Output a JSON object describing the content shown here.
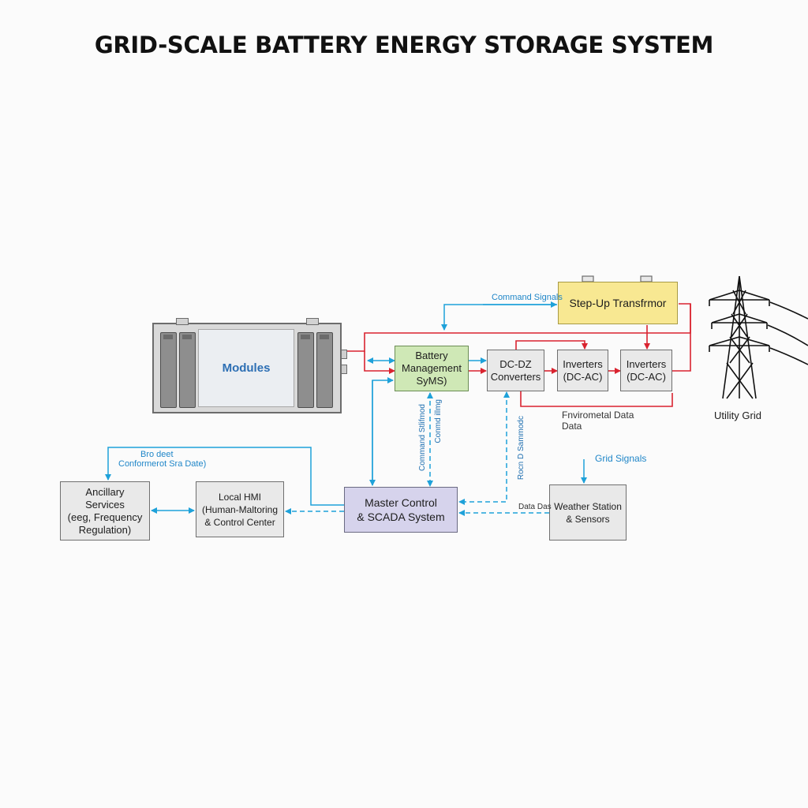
{
  "title": "GRID-SCALE BATTERY ENERGY STORAGE SYSTEM",
  "nodes": {
    "modules": "Modules",
    "bms": "Battery\nManagement\nSyMS)",
    "dcdc": "DC-DZ\nConverters",
    "inverters1": "Inverters\n(DC-AC)",
    "inverters2": "Inverters\n(DC-AC)",
    "transformer": "Step-Up Transfrmor",
    "utility_grid": "Utility Grid",
    "ancillary": "Ancillary\nServices\n(eeg, Frequency\nRegulation)",
    "hmi": "Local HMI\n(Human-Maltoring\n& Control Center",
    "master": "Master Control\n& SCADA System",
    "weather": "Weather Station\n& Sensors"
  },
  "labels": {
    "command_signals": "Command Signals",
    "environmental_data": "Fnvirometal Data",
    "environmental_data_2": "Data",
    "grid_signals": "Grid Signals",
    "data": "Data Das",
    "bro_deet": "Bro deet",
    "conformerot": "Conformerot Sra Date)",
    "command_vertical_1": "Command Stlifmod",
    "command_vertical_2": "Conmd illmg",
    "data_vertical": "Rocn D Sammodc"
  },
  "colors": {
    "power_line": "#d9232f",
    "signal_line": "#1ea1d9",
    "bms_fill": "#cfe8b6",
    "transformer_fill": "#f8e892",
    "master_fill": "#d6d3ec",
    "box_fill": "#e9e9e9"
  }
}
